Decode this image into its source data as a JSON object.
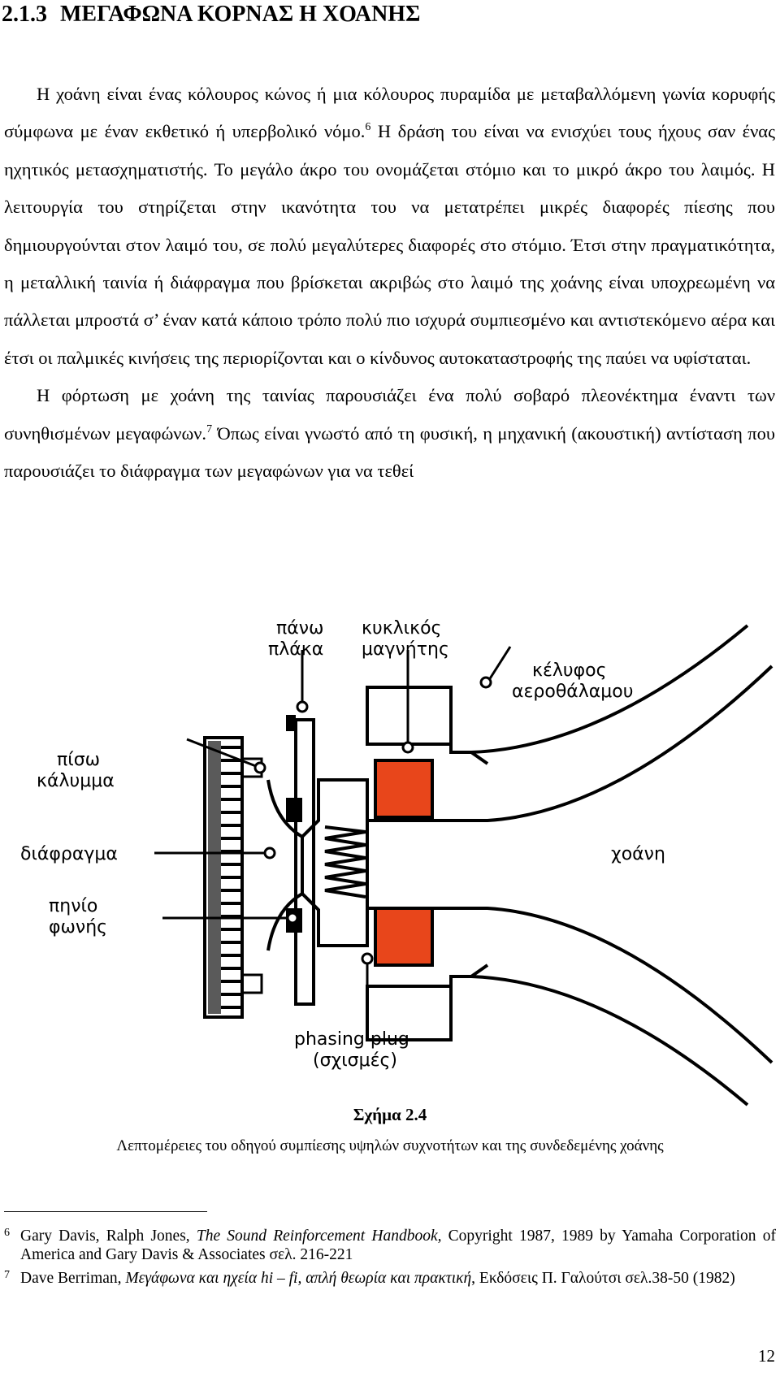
{
  "heading": {
    "number": "2.1.3",
    "title": "ΜΕΓΑΦΩΝΑ ΚΟΡΝΑΣ Η ΧΟΑΝΗΣ"
  },
  "paragraph1": {
    "text_a": "Η χοάνη είναι ένας κόλουρος κώνος ή μια κόλουρος πυραμίδα με μεταβαλλόμενη γωνία κορυφής σύμφωνα με έναν εκθετικό ή υπερβολικό νόμο.",
    "footnote_ref": "6",
    "text_b": " Η δράση του είναι να ενισχύει τους ήχους σαν ένας ηχητικός μετασχηματιστής. Το μεγάλο άκρο του ονομάζεται στόμιο και το μικρό άκρο του λαιμός. Η λειτουργία του στηρίζεται στην ικανότητα του να μετατρέπει μικρές διαφορές πίεσης που δημιουργούνται στον λαιμό του, σε πολύ μεγαλύτερες διαφορές στο στόμιο. Έτσι στην πραγματικότητα, η μεταλλική ταινία ή διάφραγμα που βρίσκεται ακριβώς στο λαιμό της χοάνης είναι υποχρεωμένη να πάλλεται μπροστά σ’ έναν κατά κάποιο τρόπο πολύ πιο ισχυρά συμπιεσμένο και αντιστεκόμενο αέρα και έτσι οι παλμικές κινήσεις της περιορίζονται και ο κίνδυνος αυτοκαταστροφής της παύει να υφίσταται."
  },
  "paragraph2": {
    "text_a": "Η φόρτωση με χοάνη της ταινίας παρουσιάζει ένα πολύ σοβαρό πλεονέκτημα έναντι των συνηθισμένων μεγαφώνων.",
    "footnote_ref": "7",
    "text_b": " Όπως είναι γνωστό από τη φυσική, η μηχανική (ακουστική) αντίσταση που παρουσιάζει το διάφραγμα των μεγαφώνων για να τεθεί"
  },
  "figure": {
    "labels": {
      "top_plate_1": "πάνω",
      "top_plate_2": "πλάκα",
      "magnet_1": "κυκλικός",
      "magnet_2": "μαγνήτης",
      "chamber_1": "κέλυφος",
      "chamber_2": "αεροθάλαμου",
      "back_cover_1": "πίσω",
      "back_cover_2": "κάλυμμα",
      "diaphragm": "διάφραγμα",
      "coil_1": "πηνίο",
      "coil_2": "φωνής",
      "horn": "χοάνη",
      "plug_1": "phasing plug",
      "plug_2": "(σχισμές)"
    },
    "colors": {
      "magnet": "#e8461b",
      "outline": "#000000",
      "cover": "#5a5a5a"
    }
  },
  "caption": {
    "number": "Σχήμα 2.4",
    "text": "Λεπτομέρειες του οδηγού συμπίεσης υψηλών συχνοτήτων και της συνδεδεμένης χοάνης"
  },
  "footnotes": [
    {
      "mark": "6",
      "text_a": "Gary Davis, Ralph Jones, ",
      "title": "The Sound Reinforcement Handbook,",
      "text_b": " Copyright 1987, 1989 by Yamaha Corporation of America and Gary Davis & Associates σελ. 216-221"
    },
    {
      "mark": "7",
      "text_a": "Dave Berriman, ",
      "title": "Μεγάφωνα και ηχεία hi – fi, απλή θεωρία και πρακτική",
      "text_b": ", Εκδόσεις Π. Γαλούτσι σελ.38-50 (1982)"
    }
  ],
  "page_number": "12"
}
